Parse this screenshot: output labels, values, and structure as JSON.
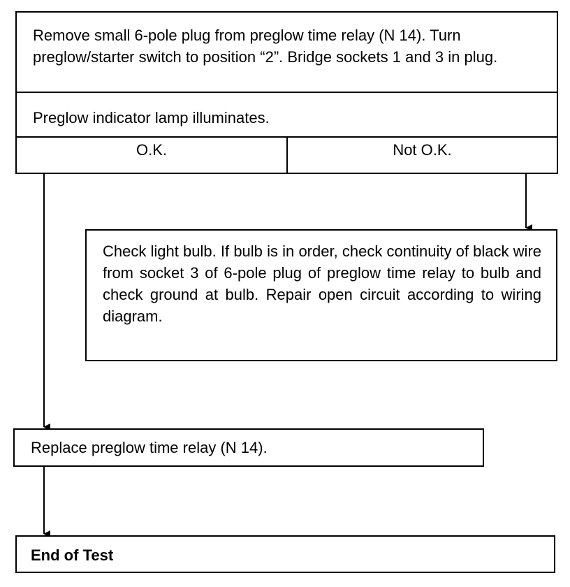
{
  "steps": {
    "step1": "Remove small 6-pole plug from preglow time relay (N 14). Turn preglow/starter switch to position “2”. Bridge sockets 1 and 3 in plug.",
    "condition": "Preglow indicator lamp illuminates.",
    "ok_label": "O.K.",
    "not_ok_label": "Not O.K.",
    "check_bulb": "Check light bulb. If bulb is in order, check continuity of black wire from socket 3 of 6-pole plug of preglow time relay to bulb and check ground at bulb. Repair open circuit according to wiring diagram.",
    "replace_relay": "Replace preglow time relay (N 14).",
    "end": "End of Test"
  },
  "colors": {
    "line": "#000000",
    "background": "#ffffff"
  }
}
